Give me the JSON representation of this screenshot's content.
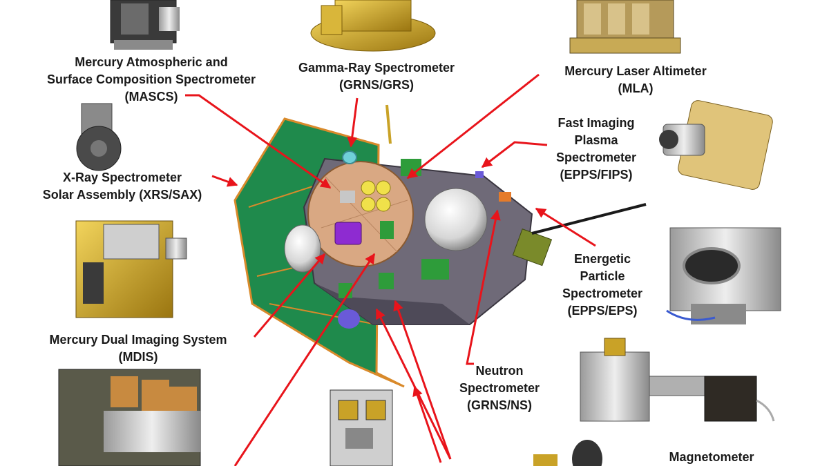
{
  "instruments": {
    "mascs": {
      "lines": [
        "Mercury Atmospheric and",
        "Surface Composition Spectrometer",
        "(MASCS)"
      ]
    },
    "grs": {
      "lines": [
        "Gamma-Ray Spectrometer",
        "(GRNS/GRS)"
      ]
    },
    "mla": {
      "lines": [
        "Mercury Laser Altimeter",
        "(MLA)"
      ]
    },
    "fips": {
      "lines": [
        "Fast Imaging",
        "Plasma",
        "Spectrometer",
        "(EPPS/FIPS)"
      ]
    },
    "xrs": {
      "lines": [
        "X-Ray Spectrometer",
        "Solar Assembly (XRS/SAX)"
      ]
    },
    "eps": {
      "lines": [
        "Energetic",
        "Particle",
        "Spectrometer",
        "(EPPS/EPS)"
      ]
    },
    "mdis": {
      "lines": [
        "Mercury Dual Imaging System",
        "(MDIS)"
      ]
    },
    "ns": {
      "lines": [
        "Neutron",
        "Spectrometer",
        "(GRNS/NS)"
      ]
    },
    "mag": {
      "lines": [
        "Magnetometer"
      ]
    }
  },
  "colors": {
    "arrow": "#e8141b",
    "sunshade": "#1f8a4c",
    "sunshade_frame": "#d98a2b",
    "deck": "#d9a883",
    "body": "#6f6a78",
    "gold": "#c9a227",
    "silver": "#bfbfbf",
    "purple": "#8e2bd1"
  }
}
